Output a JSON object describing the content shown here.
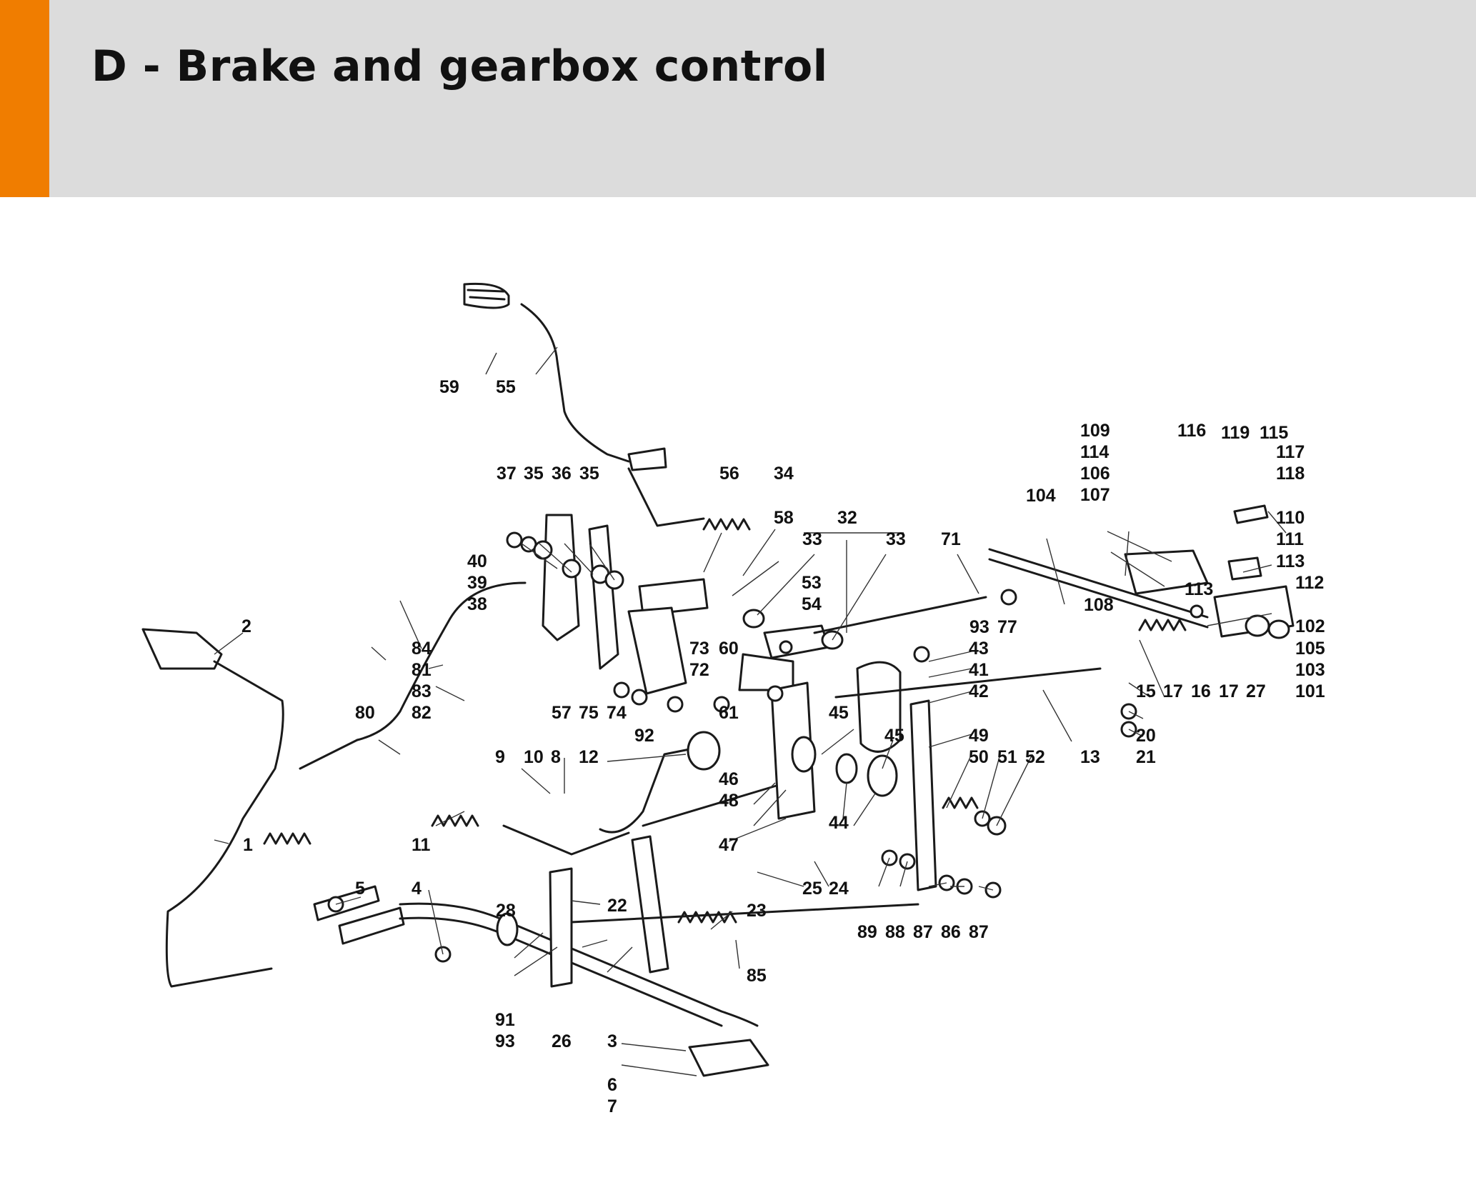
{
  "header": {
    "title": "D - Brake and gearbox control",
    "accent_color": "#f07d00",
    "background_color": "#dcdcdc"
  },
  "diagram": {
    "labels": {
      "l1": "1",
      "l2": "2",
      "l3": "3",
      "l4": "4",
      "l5": "5",
      "l6": "6",
      "l7": "7",
      "l8": "8",
      "l9": "9",
      "l10": "10",
      "l11": "11",
      "l12": "12",
      "l13": "13",
      "l15": "15",
      "l16": "16",
      "l17a": "17",
      "l17b": "17",
      "l20": "20",
      "l21": "21",
      "l22": "22",
      "l23": "23",
      "l24": "24",
      "l25": "25",
      "l26": "26",
      "l27": "27",
      "l28": "28",
      "l32": "32",
      "l33a": "33",
      "l33b": "33",
      "l34": "34",
      "l35a": "35",
      "l35b": "35",
      "l36": "36",
      "l37": "37",
      "l38": "38",
      "l39": "39",
      "l40": "40",
      "l41": "41",
      "l42": "42",
      "l43": "43",
      "l44": "44",
      "l45a": "45",
      "l45b": "45",
      "l46": "46",
      "l47": "47",
      "l48": "48",
      "l49": "49",
      "l50": "50",
      "l51": "51",
      "l52": "52",
      "l53": "53",
      "l54": "54",
      "l55": "55",
      "l56": "56",
      "l57": "57",
      "l58": "58",
      "l59": "59",
      "l60": "60",
      "l61": "61",
      "l71": "71",
      "l72": "72",
      "l73": "73",
      "l74": "74",
      "l75": "75",
      "l77": "77",
      "l80": "80",
      "l81": "81",
      "l82": "82",
      "l83": "83",
      "l84": "84",
      "l85": "85",
      "l86": "86",
      "l87a": "87",
      "l87b": "87",
      "l88": "88",
      "l89": "89",
      "l91": "91",
      "l92": "92",
      "l93a": "93",
      "l93b": "93",
      "l101": "101",
      "l102": "102",
      "l103": "103",
      "l104": "104",
      "l105": "105",
      "l106": "106",
      "l107": "107",
      "l108": "108",
      "l109": "109",
      "l110": "110",
      "l111": "111",
      "l112": "112",
      "l113a": "113",
      "l113b": "113",
      "l114": "114",
      "l115": "115",
      "l116": "116",
      "l117": "117",
      "l118": "118",
      "l119": "119"
    }
  }
}
